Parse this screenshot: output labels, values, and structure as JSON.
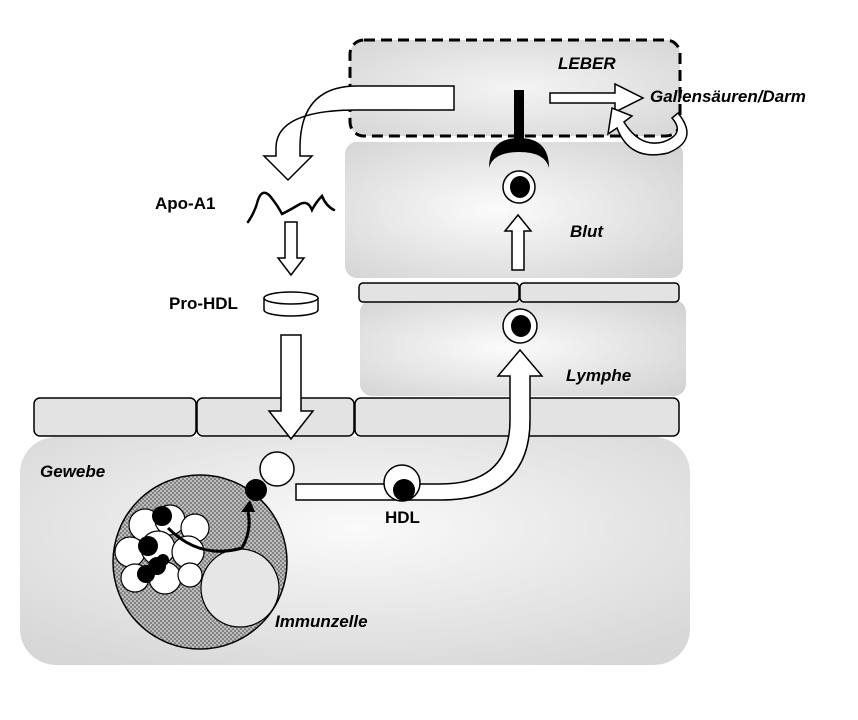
{
  "labels": {
    "leber": "LEBER",
    "gallensaeuren": "Gallensäuren/Darm",
    "apo_a1": "Apo-A1",
    "blut": "Blut",
    "pro_hdl": "Pro-HDL",
    "lymphe": "Lymphe",
    "gewebe": "Gewebe",
    "hdl": "HDL",
    "immunzelle": "Immunzelle"
  },
  "colors": {
    "region_fill": "#e7e7e7",
    "cell_gray": "#e3e3e3",
    "outline": "#000000",
    "particle": "#000000"
  },
  "icons": [
    "block-arrow-icon",
    "receptor-icon",
    "hdl-particle-icon",
    "disc-icon",
    "apo-a1-strand-icon",
    "immune-cell-icon"
  ]
}
